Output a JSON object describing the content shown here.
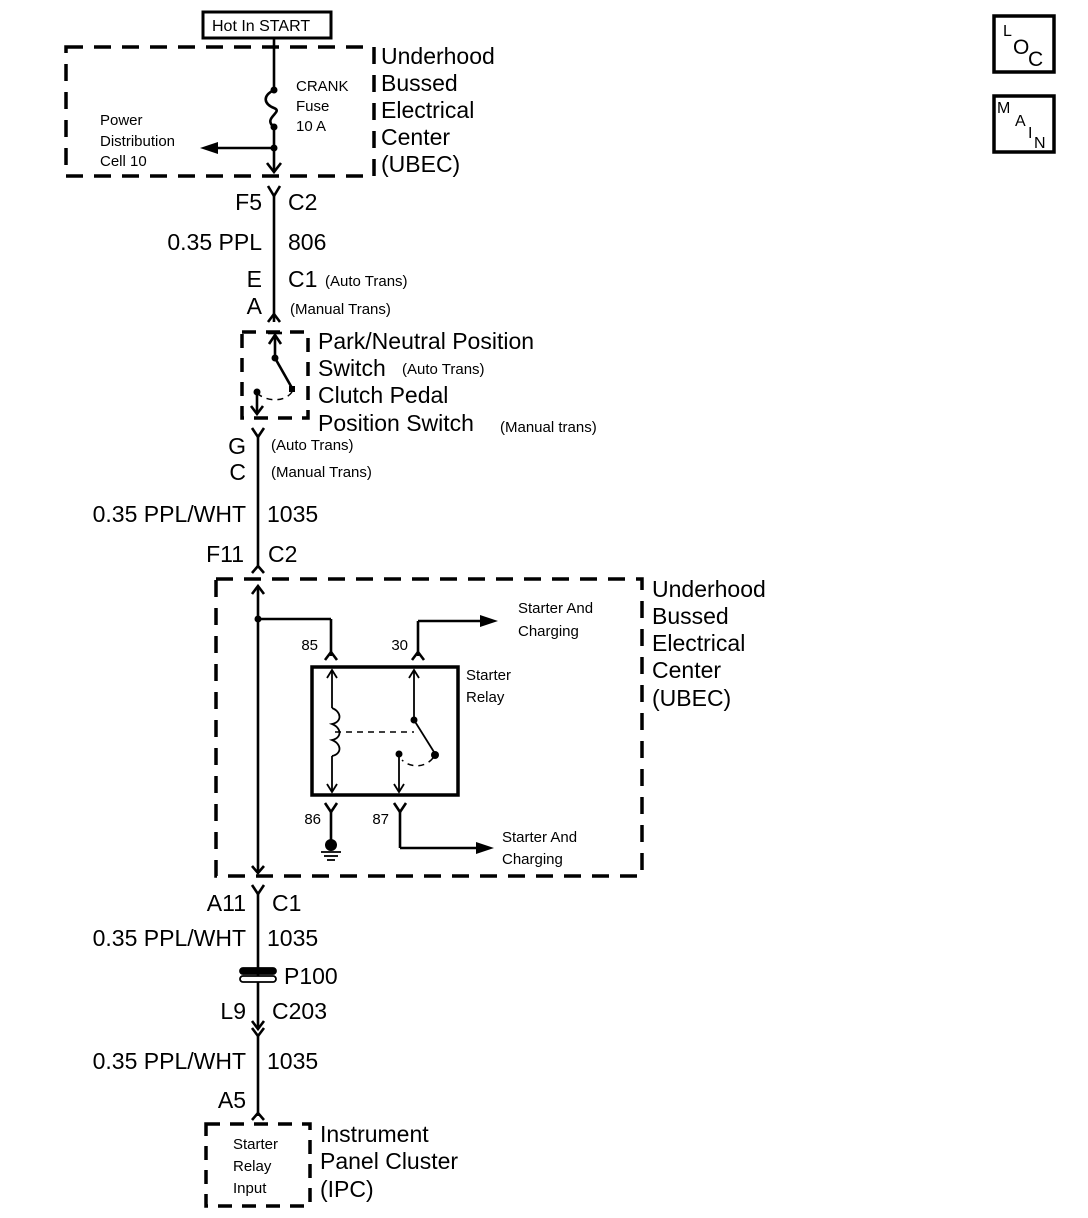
{
  "top_label": "Hot In START",
  "badges": {
    "loc": [
      "L",
      "O",
      "C"
    ],
    "main": [
      "M",
      "A",
      "I",
      "N"
    ]
  },
  "ubec_top": {
    "title": [
      "Underhood",
      "Bussed",
      "Electrical",
      "Center",
      "(UBEC)"
    ],
    "fuse": [
      "CRANK",
      "Fuse",
      "10 A"
    ],
    "pdc": [
      "Power",
      "Distribution",
      "Cell 10"
    ]
  },
  "conn1": {
    "pin": "F5",
    "name": "C2"
  },
  "wire1": {
    "size_color": "0.35 PPL",
    "circuit": "806"
  },
  "conn2": {
    "pin_auto": "E",
    "name": "C1",
    "note_auto": "(Auto Trans)",
    "pin_manual": "A",
    "note_manual": "(Manual Trans)"
  },
  "switch": {
    "line1": "Park/Neutral Position",
    "line2": "Switch",
    "line2_note": "(Auto Trans)",
    "line3": "Clutch Pedal",
    "line4": "Position Switch",
    "line4_note": "(Manual trans)"
  },
  "conn3": {
    "pin_auto": "G",
    "note_auto": "(Auto Trans)",
    "pin_manual": "C",
    "note_manual": "(Manual Trans)"
  },
  "wire2": {
    "size_color": "0.35 PPL/WHT",
    "circuit": "1035"
  },
  "conn4": {
    "pin": "F11",
    "name": "C2"
  },
  "ubec_bottom": {
    "title": [
      "Underhood",
      "Bussed",
      "Electrical",
      "Center",
      "(UBEC)"
    ],
    "relay": [
      "Starter",
      "Relay"
    ],
    "pins": {
      "p85": "85",
      "p30": "30",
      "p86": "86",
      "p87": "87"
    },
    "out30": [
      "Starter And",
      "Charging"
    ],
    "out87": [
      "Starter And",
      "Charging"
    ]
  },
  "conn5": {
    "pin": "A11",
    "name": "C1"
  },
  "wire3": {
    "size_color": "0.35 PPL/WHT",
    "circuit": "1035"
  },
  "passthrough": "P100",
  "conn6": {
    "pin": "L9",
    "name": "C203"
  },
  "wire4": {
    "size_color": "0.35 PPL/WHT",
    "circuit": "1035"
  },
  "conn7": {
    "pin": "A5"
  },
  "ipc": {
    "inner": [
      "Starter",
      "Relay",
      "Input"
    ],
    "title": [
      "Instrument",
      "Panel Cluster",
      "(IPC)"
    ]
  }
}
